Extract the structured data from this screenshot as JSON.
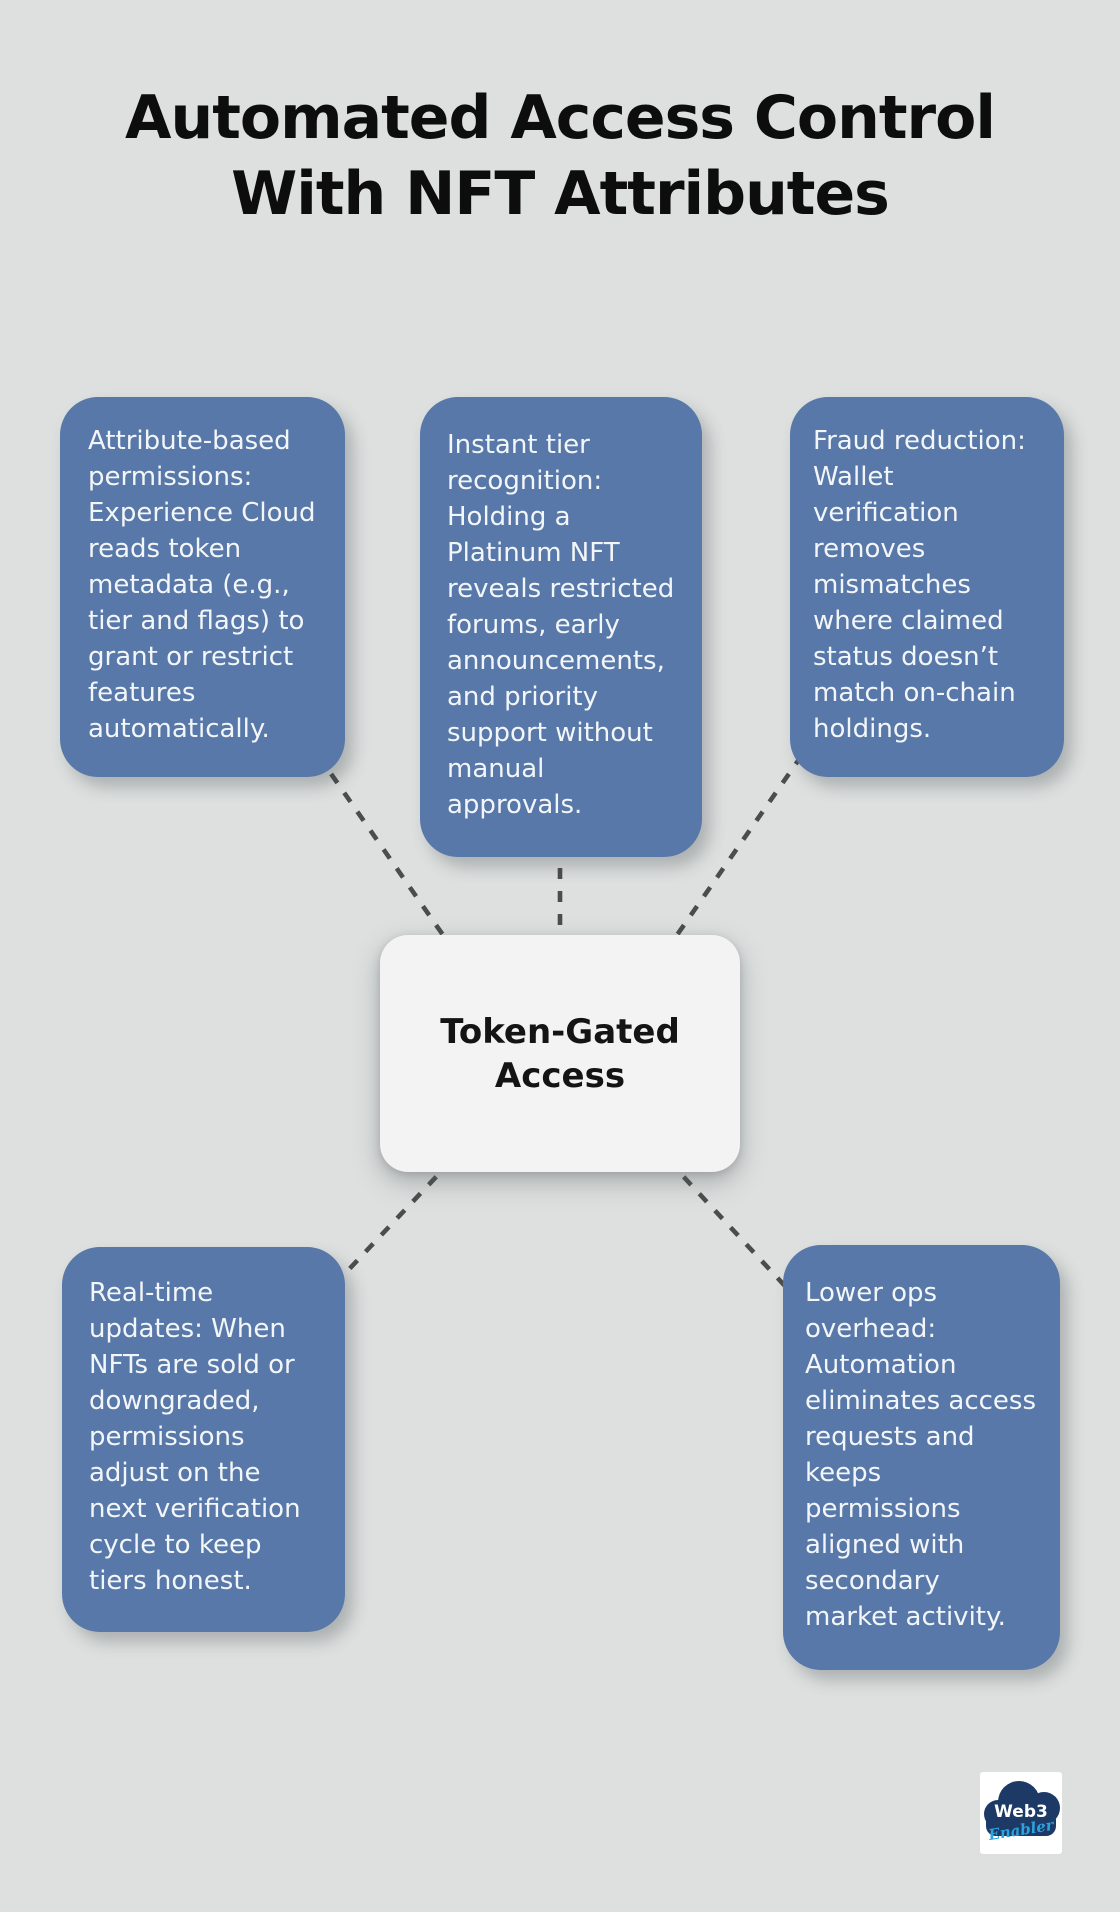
{
  "title": {
    "line1": "Automated Access Control",
    "line2": "With NFT Attributes"
  },
  "center_node": {
    "label": "Token-Gated Access"
  },
  "nodes": [
    {
      "id": "attribute-based-permissions",
      "text": "Attribute-based permissions: Experience Cloud reads token metadata (e.g., tier and flags) to grant or restrict features automatically."
    },
    {
      "id": "instant-tier-recognition",
      "text": "Instant tier recognition: Holding a Platinum NFT reveals restricted forums, early announcements, and priority support without manual approvals."
    },
    {
      "id": "fraud-reduction",
      "text": "Fraud reduction: Wallet verification removes mismatches where claimed status doesn’t match on-chain holdings."
    },
    {
      "id": "real-time-updates",
      "text": "Real-time updates: When NFTs are sold or downgraded, permissions adjust on the next verification cycle to keep tiers honest."
    },
    {
      "id": "lower-ops-overhead",
      "text": "Lower ops overhead: Automation eliminates access requests and keeps permissions aligned with secondary market activity."
    }
  ],
  "logo": {
    "brand": "Web3",
    "brand_sub": "Enabler"
  },
  "colors": {
    "background": "#dde0df",
    "node_fill": "#5878a9",
    "node_text": "#f3f6f8",
    "center_fill": "#f2f3f2",
    "center_text": "#141414",
    "title_text": "#0d0d0d",
    "connector": "#4b4d4c",
    "logo_navy": "#1d3a66",
    "logo_blue": "#2ba3de"
  }
}
